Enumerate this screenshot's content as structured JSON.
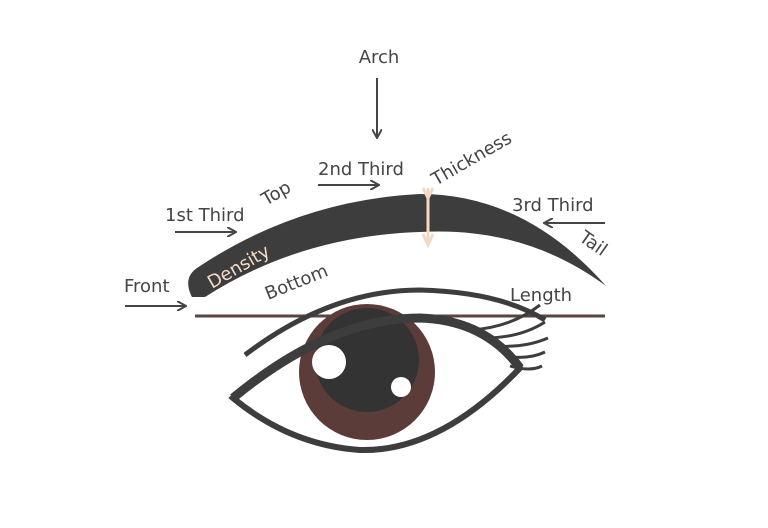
{
  "labels": {
    "arch": "Arch",
    "second_third": "2nd Third",
    "thickness": "Thickness",
    "third_third": "3rd Third",
    "tail": "Tail",
    "top": "Top",
    "first_third": "1st Third",
    "density": "Density",
    "bottom": "Bottom",
    "front": "Front",
    "length": "Length"
  },
  "colors": {
    "brow": "#3d3d3d",
    "text": "#454545",
    "accent": "#f2d9c6",
    "length_line": "#5a4343",
    "iris": "#5b3c38",
    "pupil": "#333333"
  }
}
